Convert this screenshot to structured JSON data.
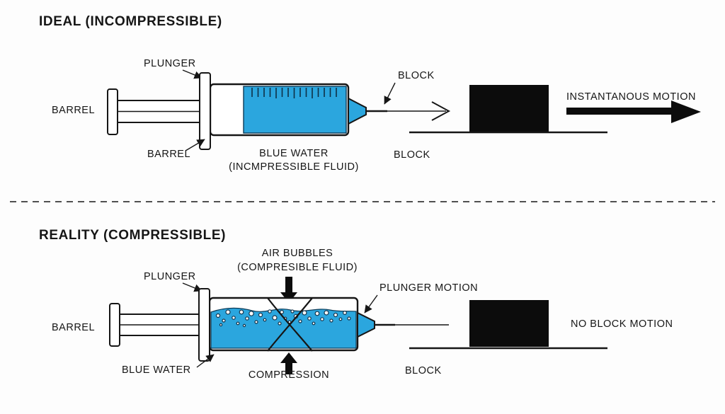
{
  "colors": {
    "water": "#2ba6de",
    "ink": "#161616",
    "block": "#0c0c0c"
  },
  "ideal": {
    "title": "IDEAL (INCOMPRESSIBLE)",
    "plunger_label": "PLUNGER",
    "barrel_left_label": "BARREL",
    "barrel_bottom_label": "BARREL",
    "fluid_label_line1": "BLUE WATER",
    "fluid_label_line2": "(INCMPRESSIBLE FLUID)",
    "block_pointer_label": "BLOCK",
    "block_caption": "BLOCK",
    "motion_label": "INSTANTANOUS MOTION"
  },
  "reality": {
    "title": "REALITY (COMPRESSIBLE)",
    "air_label_line1": "AIR BUBBLES",
    "air_label_line2": "(COMPRESIBLE FLUID)",
    "plunger_label": "PLUNGER",
    "barrel_label": "BARREL",
    "plunger_motion_label": "PLUNGER MOTION",
    "compression_label": "COMPRESSION",
    "blue_water_label": "BLUE WATER",
    "no_motion_label": "NO BLOCK MOTION",
    "block_caption": "BLOCK"
  }
}
